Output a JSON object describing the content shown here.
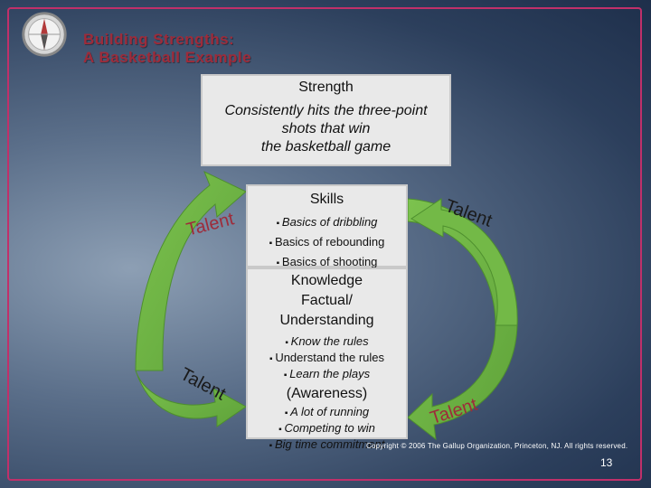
{
  "title": {
    "line1": "Building Strengths:",
    "line2": "A Basketball Example"
  },
  "strength": {
    "heading": "Strength",
    "lines": [
      "Consistently hits the three-point",
      "shots that win",
      "the basketball game"
    ]
  },
  "skills": {
    "heading": "Skills",
    "items": [
      "Basics of dribbling",
      "Basics of rebounding",
      "Basics of shooting"
    ]
  },
  "knowledge": {
    "heading_lines": [
      "Knowledge",
      "Factual/",
      "Understanding"
    ],
    "items": [
      "Know the rules",
      "Understand the rules",
      "Learn the plays"
    ]
  },
  "awareness": {
    "heading": "(Awareness)",
    "items": [
      "A lot of running",
      "Competing to win",
      "Big time commitment"
    ]
  },
  "talent_label": "Talent",
  "copyright": "Copyright © 2006 The Gallup Organization, Princeton, NJ. All rights reserved.",
  "page_number": "13",
  "colors": {
    "frame": "#c0306a",
    "arrow": "#6fb844",
    "title": "#9e2b3a"
  },
  "icons": {
    "logo": "compass-icon"
  }
}
